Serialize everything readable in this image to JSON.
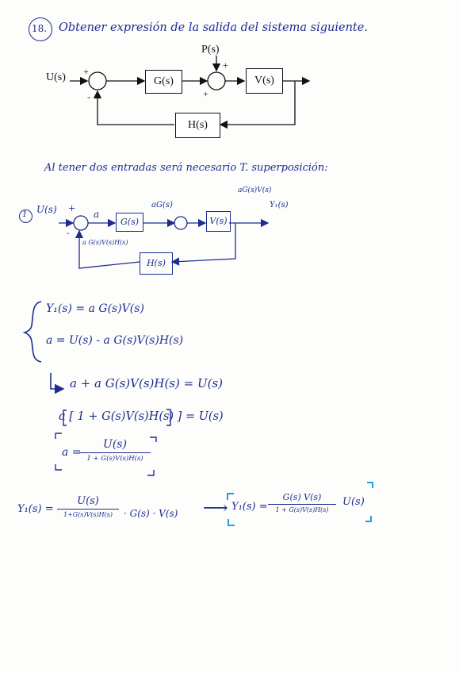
{
  "problem": {
    "number": "18.",
    "statement": "Obtener expresión de la salida del sistema siguiente."
  },
  "printed_diagram": {
    "input": "U(s)",
    "disturbance": "P(s)",
    "blocks": {
      "g": "G(s)",
      "v": "V(s)",
      "h": "H(s)"
    },
    "signs": {
      "sum1_in": "+",
      "sum1_fb": "-",
      "sum2_top": "+",
      "sum2_left": "+"
    }
  },
  "notes": {
    "intro": "Al tener dos entradas será necesario T. superposición:",
    "case_marker": "1",
    "hand_diagram": {
      "input": "U(s)",
      "plus": "+",
      "minus": "-",
      "signal_a": "a",
      "block_g": "G(s)",
      "block_v": "V(s)",
      "block_h": "H(s)",
      "label_ag": "aG(s)",
      "label_output_top": "aG(s)V(s)",
      "label_output": "Y₁(s)",
      "label_feedback": "a G(s)V(s)H(s)"
    },
    "system": {
      "eq1": "Y₁(s) = a G(s)V(s)",
      "eq2": "a = U(s) - a G(s)V(s)H(s)"
    },
    "step1": "a + a G(s)V(s)H(s) = U(s)",
    "step2": "a [ 1 + G(s)V(s)H(s) ] = U(s)",
    "a_expr": {
      "lhs": "a =",
      "num": "U(s)",
      "den": "1 + G(s)V(s)H(s)"
    },
    "final_left": {
      "lhs": "Y₁(s) =",
      "num": "U(s)",
      "den": "1+G(s)V(s)H(s)",
      "tail": "· G(s) · V(s)"
    },
    "arrow": "⟶",
    "final_right": {
      "lhs": "Y₁(s) =",
      "num": "G(s) V(s)",
      "den": "1 + G(s)V(s)H(s)",
      "tail": "U(s)"
    }
  },
  "colors": {
    "ink": "#1d2c8f",
    "print": "#111111",
    "highlight": "#1aa3d9",
    "paper": "#fdfdfc"
  }
}
